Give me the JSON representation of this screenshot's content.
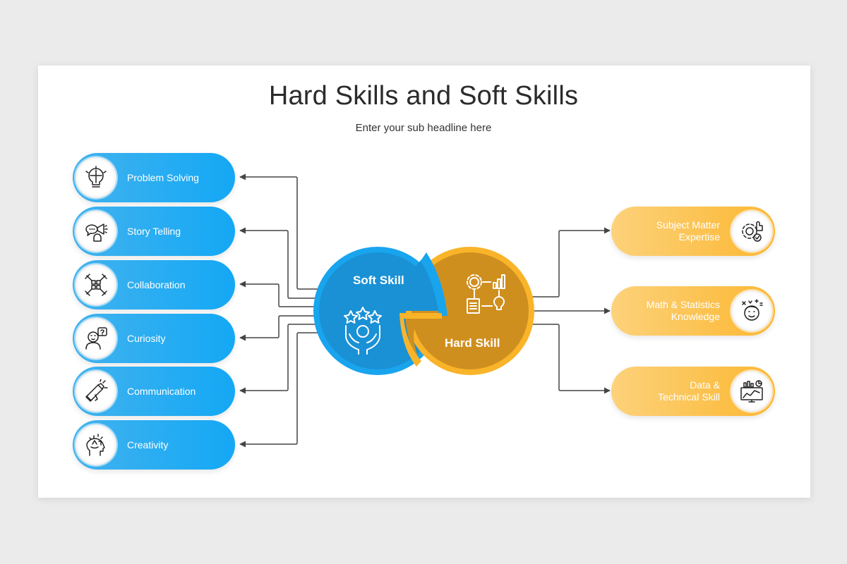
{
  "title": "Hard Skills and Soft Skills",
  "subtitle": "Enter your sub headline here",
  "colors": {
    "soft": "#1aa9f2",
    "soft_dark": "#1a90d6",
    "hard": "#f9b42a",
    "hard_dark": "#d1901f",
    "connector": "#444444"
  },
  "center": {
    "soft_label": "Soft Skill",
    "hard_label": "Hard Skill",
    "soft_icon": "hands-stars-icon",
    "hard_icon": "gear-chart-bulb-icon"
  },
  "soft_skills": [
    {
      "label": "Problem Solving",
      "icon": "puzzle-bulb-icon"
    },
    {
      "label": "Story Telling",
      "icon": "speech-megaphone-icon"
    },
    {
      "label": "Collaboration",
      "icon": "hands-puzzle-icon"
    },
    {
      "label": "Curiosity",
      "icon": "person-question-icon"
    },
    {
      "label": "Communication",
      "icon": "megaphone-icon"
    },
    {
      "label": "Creativity",
      "icon": "head-ideas-icon"
    }
  ],
  "hard_skills": [
    {
      "label_line1": "Subject Matter",
      "label_line2": "Expertise",
      "icon": "gear-thumbs-up-icon"
    },
    {
      "label_line1": "Math & Statistics",
      "label_line2": "Knowledge",
      "icon": "thinking-math-icon"
    },
    {
      "label_line1": "Data &",
      "label_line2": "Technical Skill",
      "icon": "monitor-chart-icon"
    }
  ]
}
